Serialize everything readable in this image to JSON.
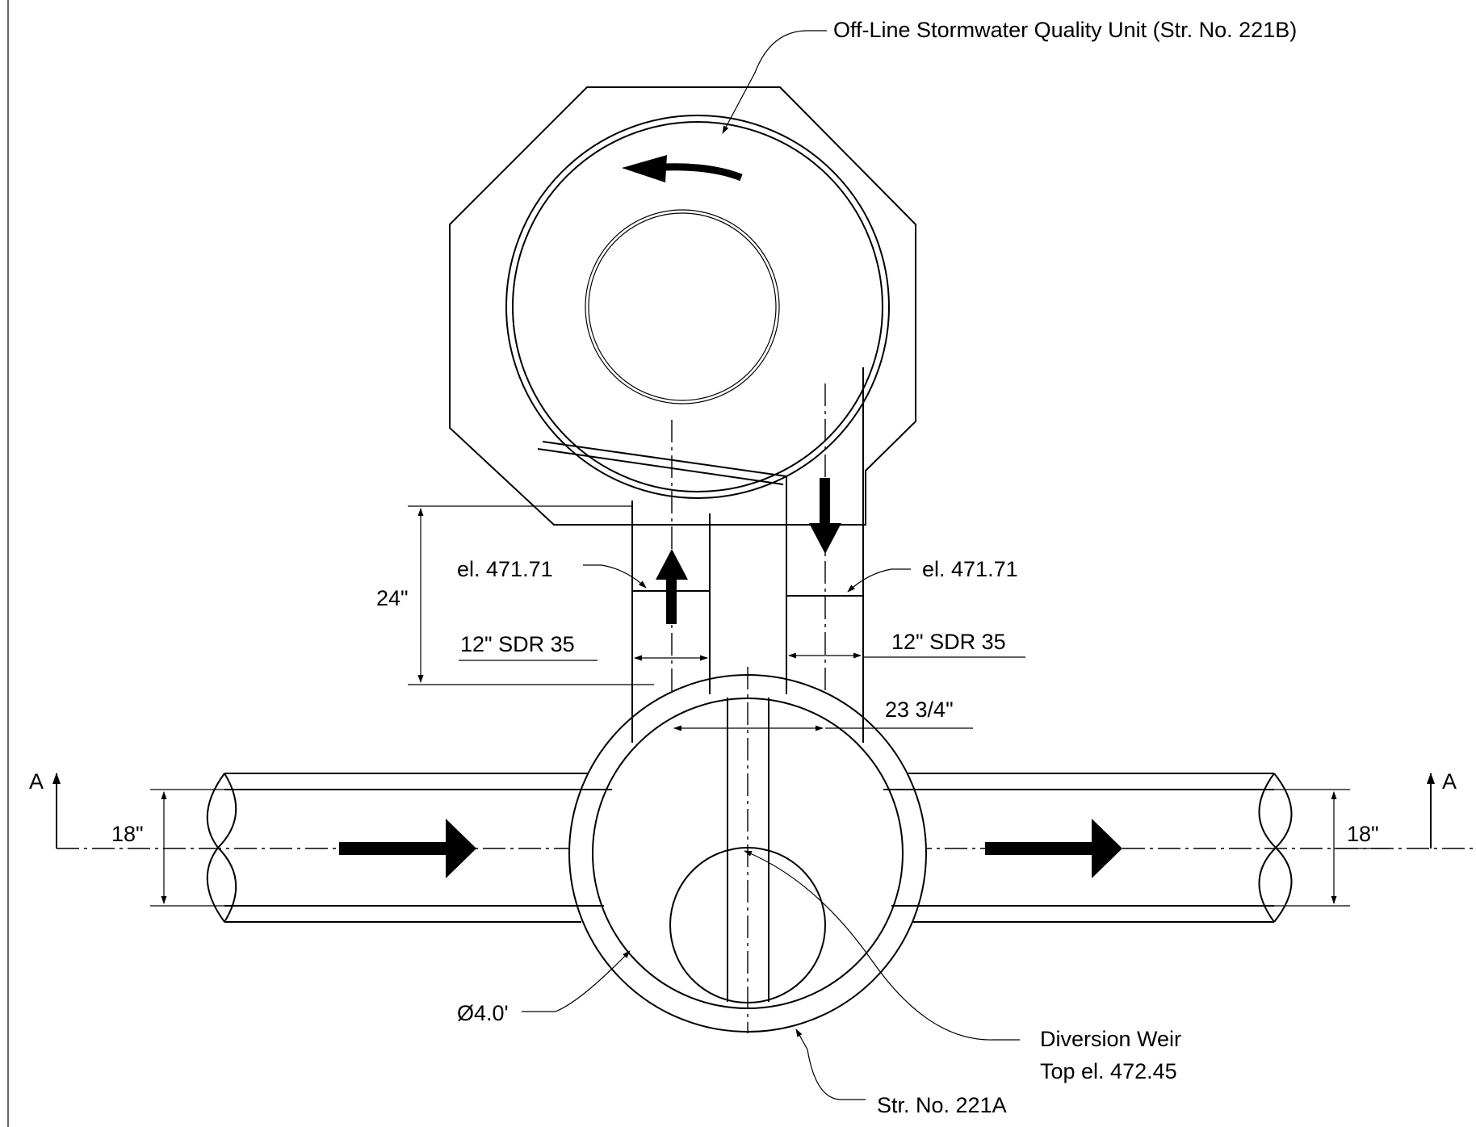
{
  "labels": {
    "offline_unit": "Off-Line Stormwater Quality Unit (Str. No. 221B)",
    "el_left": "el. 471.71",
    "el_right": "el. 471.71",
    "dim_24": "24\"",
    "pipe_left": "12\" SDR 35",
    "pipe_right": "12\" SDR 35",
    "dim_23_3_4": "23 3/4\"",
    "section_left": "A",
    "section_right": "A",
    "dim_18_left": "18\"",
    "dim_18_right": "18\"",
    "diameter": "Ø4.0'",
    "weir_line1": "Diversion Weir",
    "weir_line2": "Top el. 472.45",
    "structure": "Str. No. 221A"
  }
}
